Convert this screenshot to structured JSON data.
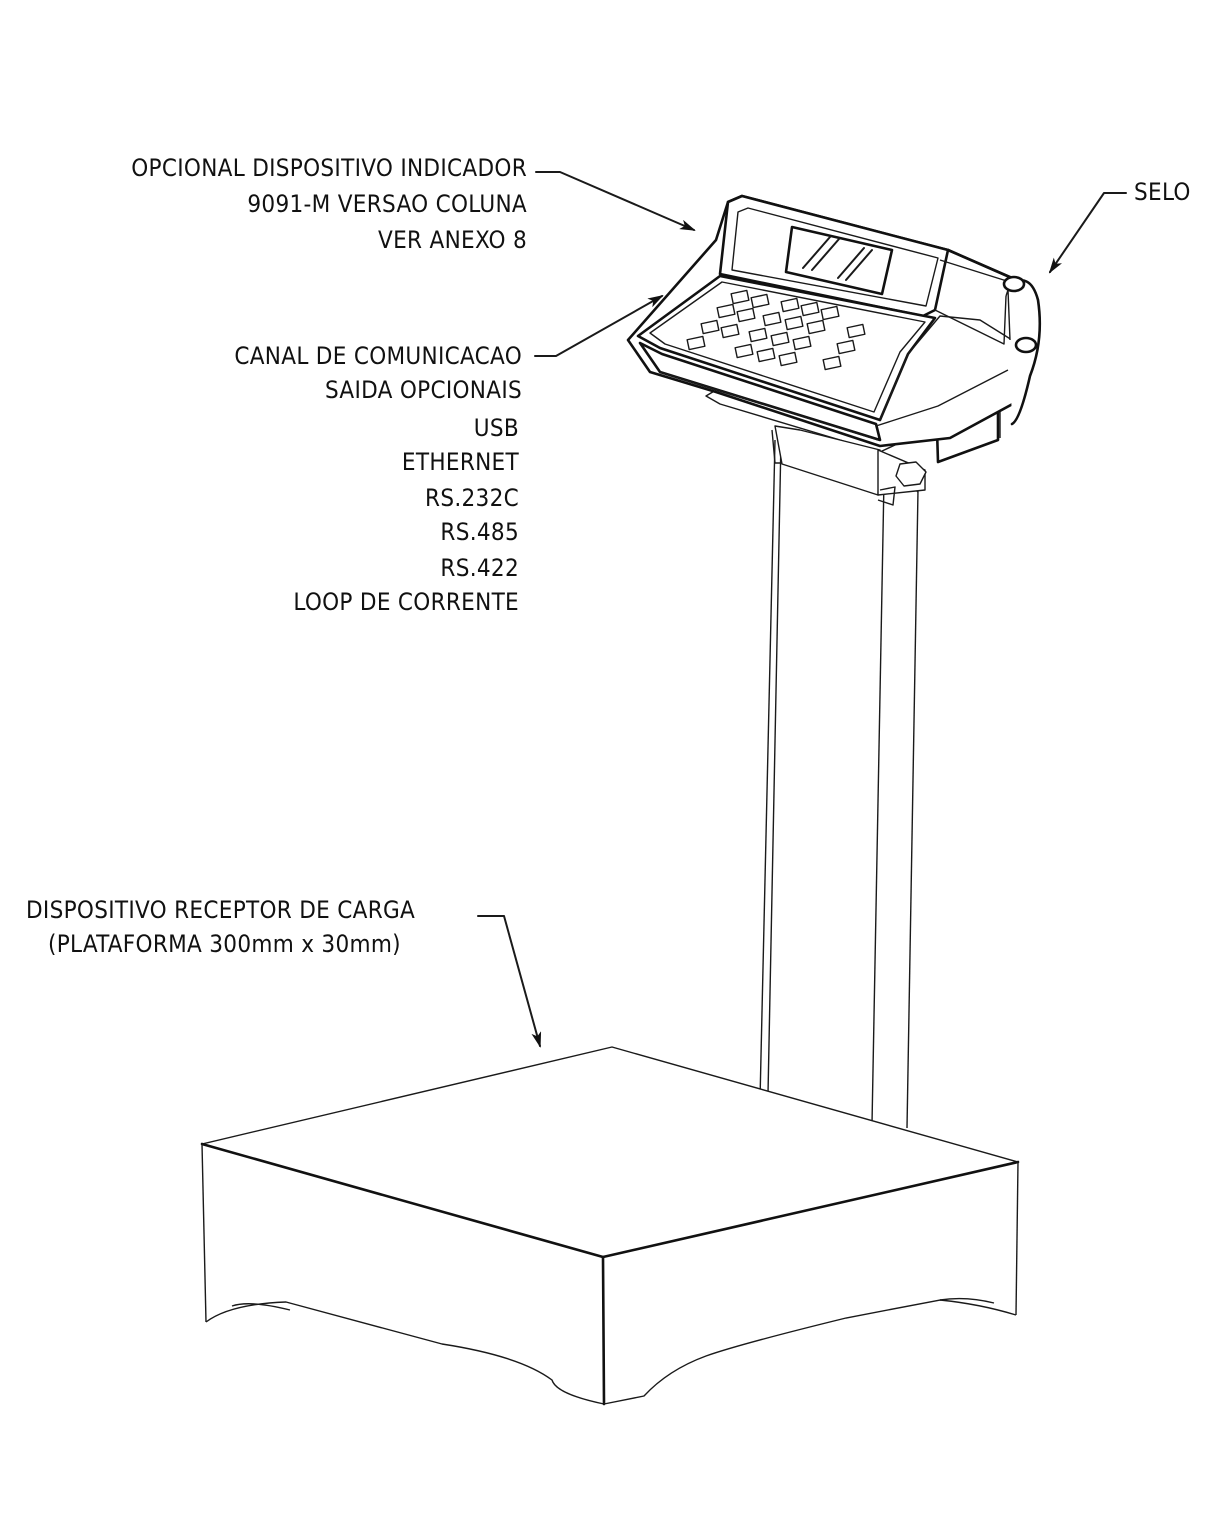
{
  "labels": {
    "indicator": {
      "line1": "OPCIONAL DISPOSITIVO INDICADOR",
      "line2": "9091-M VERSAO COLUNA",
      "line3": "VER ANEXO 8"
    },
    "comm": {
      "line1": "CANAL DE COMUNICACAO",
      "line2": "SAIDA OPCIONAIS",
      "options": [
        "USB",
        "ETHERNET",
        "RS.232C",
        "RS.485",
        "RS.422",
        "LOOP DE CORRENTE"
      ]
    },
    "seal": "SELO",
    "receptor": {
      "line1": "DISPOSITIVO RECEPTOR DE CARGA",
      "line2": "(PLATAFORMA 300mm x 30mm)"
    }
  }
}
